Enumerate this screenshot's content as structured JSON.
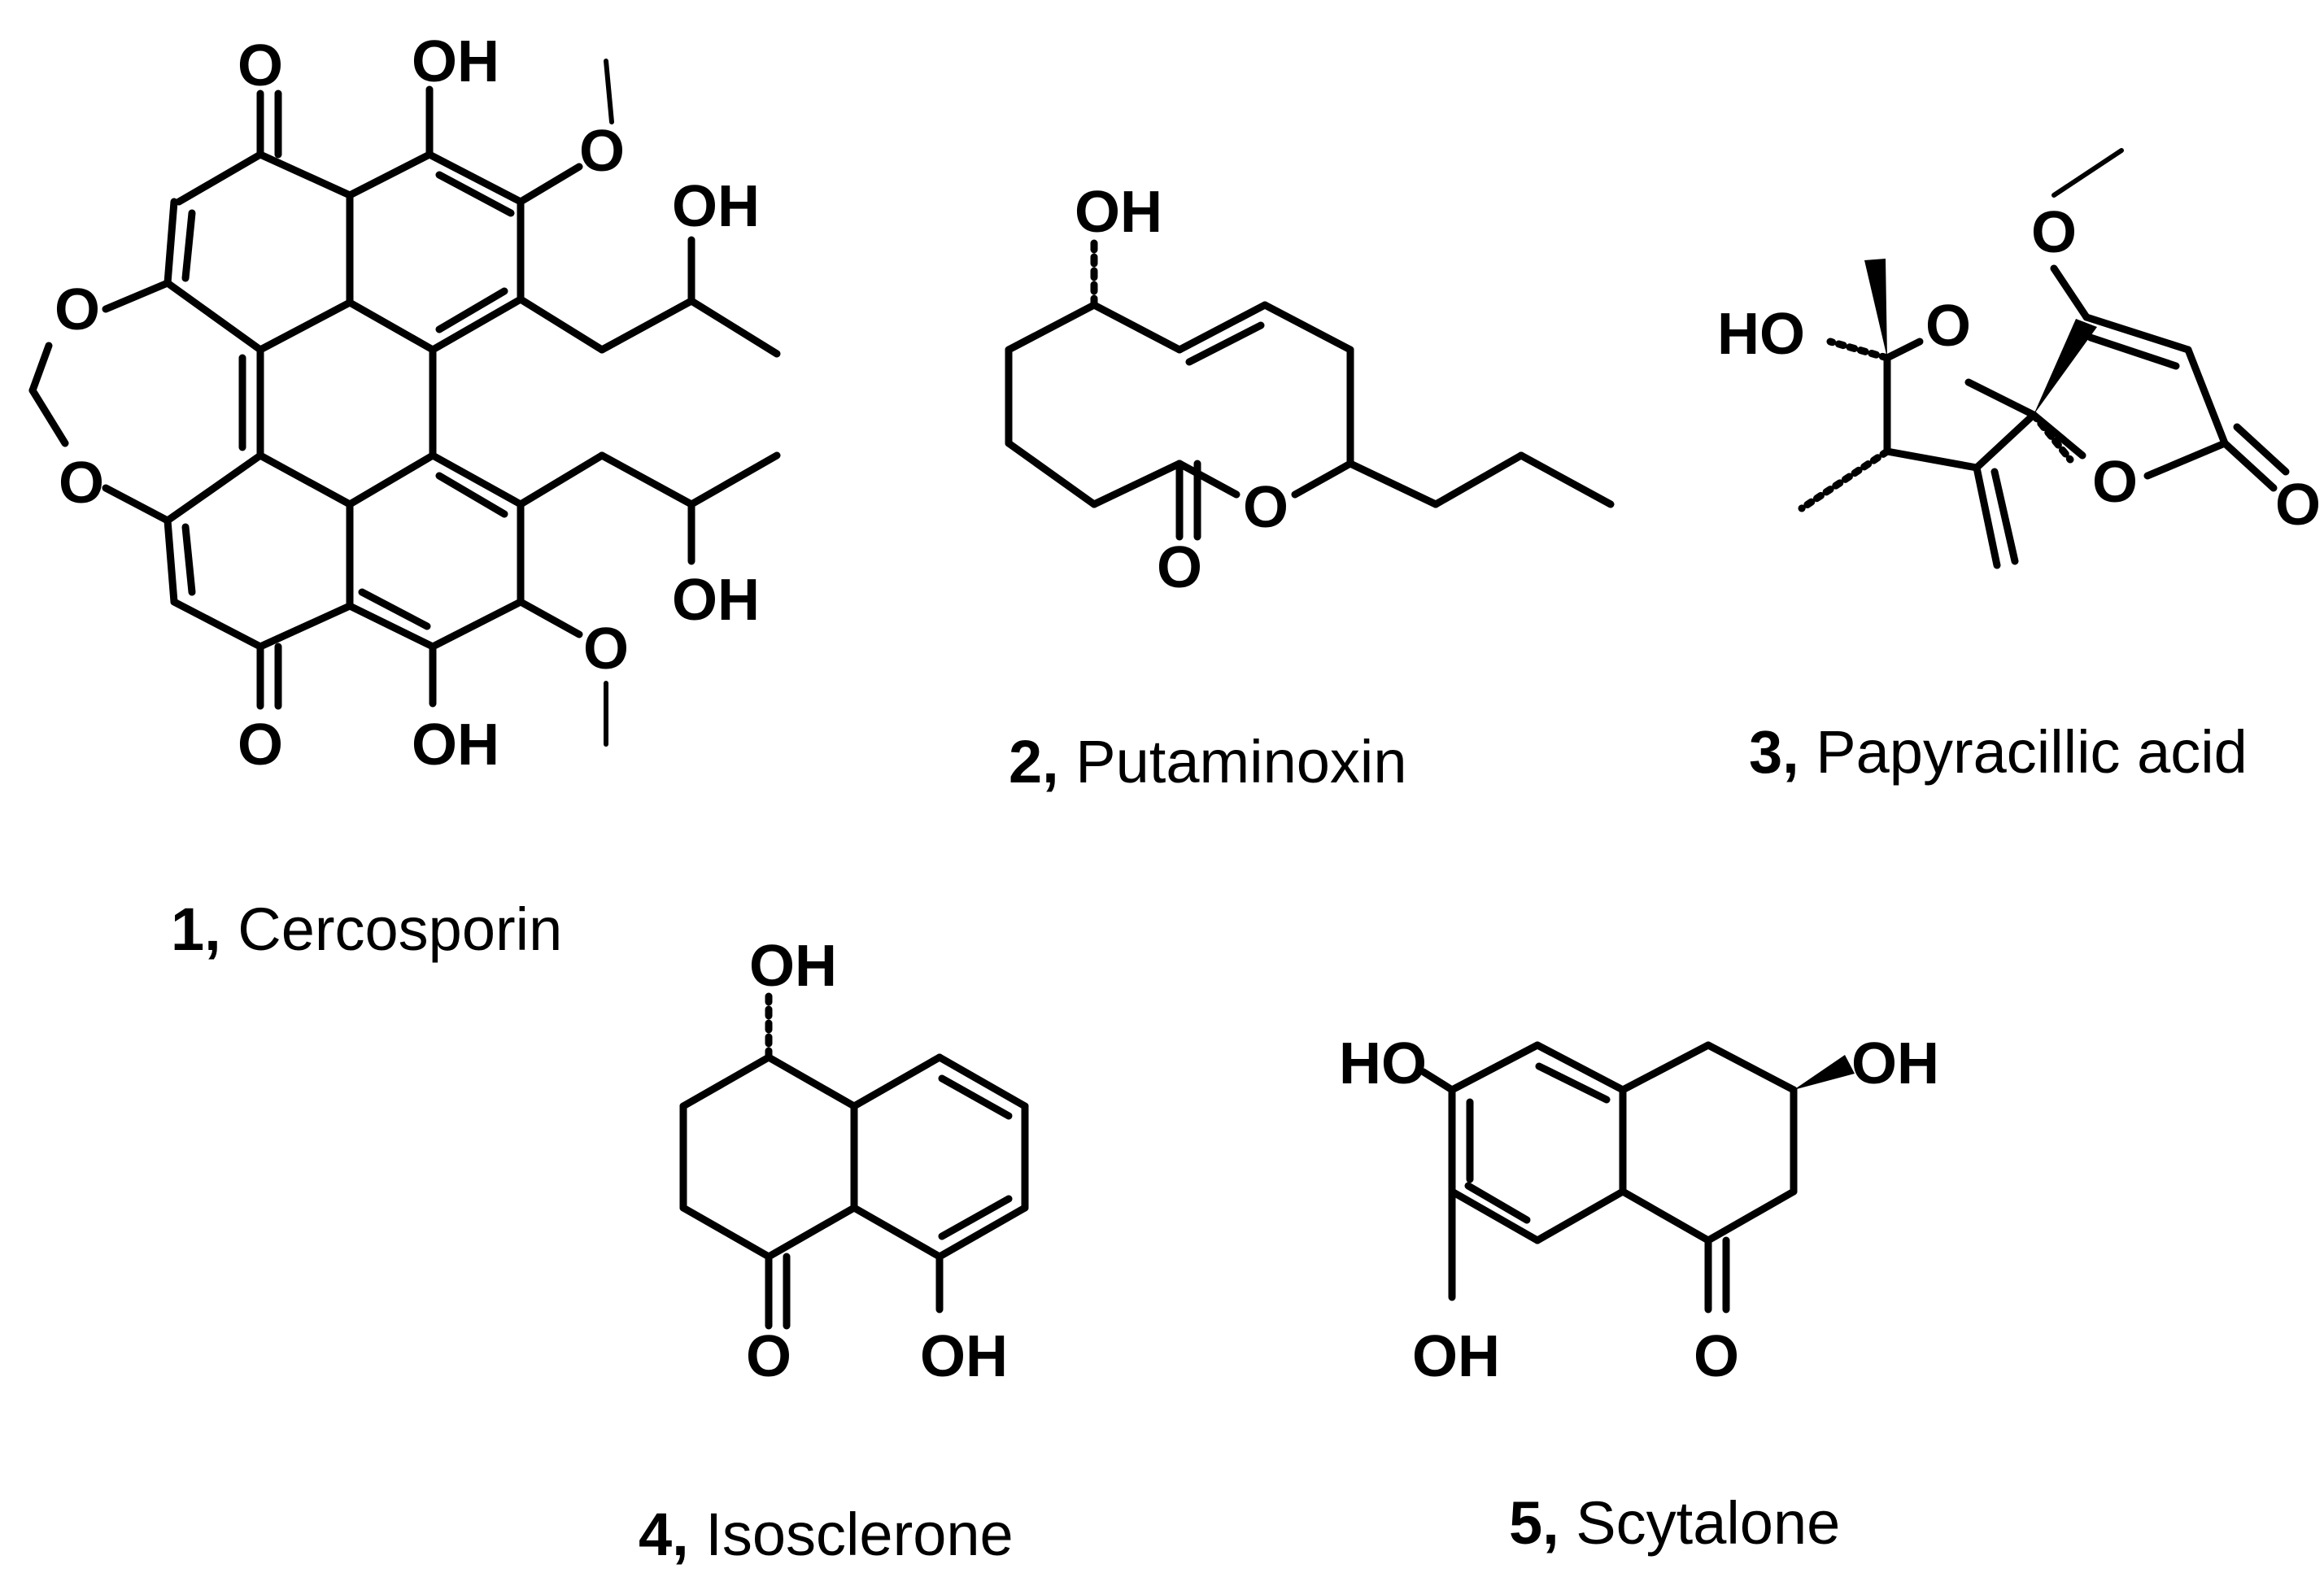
{
  "compounds": [
    {
      "number": "1",
      "name": "Cercosporin",
      "comma": ",",
      "atoms": [
        "O",
        "OH",
        "O",
        "OH",
        "O",
        "O",
        "OH",
        "O",
        "O",
        "OH"
      ]
    },
    {
      "number": "2",
      "name": "Putaminoxin",
      "comma": ",",
      "atoms": [
        "OH",
        "O",
        "O"
      ]
    },
    {
      "number": "3",
      "name": "Papyracillic acid",
      "comma": ",",
      "atoms": [
        "O",
        "HO",
        "O",
        "O",
        "O"
      ]
    },
    {
      "number": "4",
      "name": "Isosclerone",
      "comma": ",",
      "atoms": [
        "OH",
        "O",
        "OH"
      ]
    },
    {
      "number": "5",
      "name": "Scytalone",
      "comma": ",",
      "atoms": [
        "HO",
        "OH",
        "OH",
        "O"
      ]
    }
  ]
}
